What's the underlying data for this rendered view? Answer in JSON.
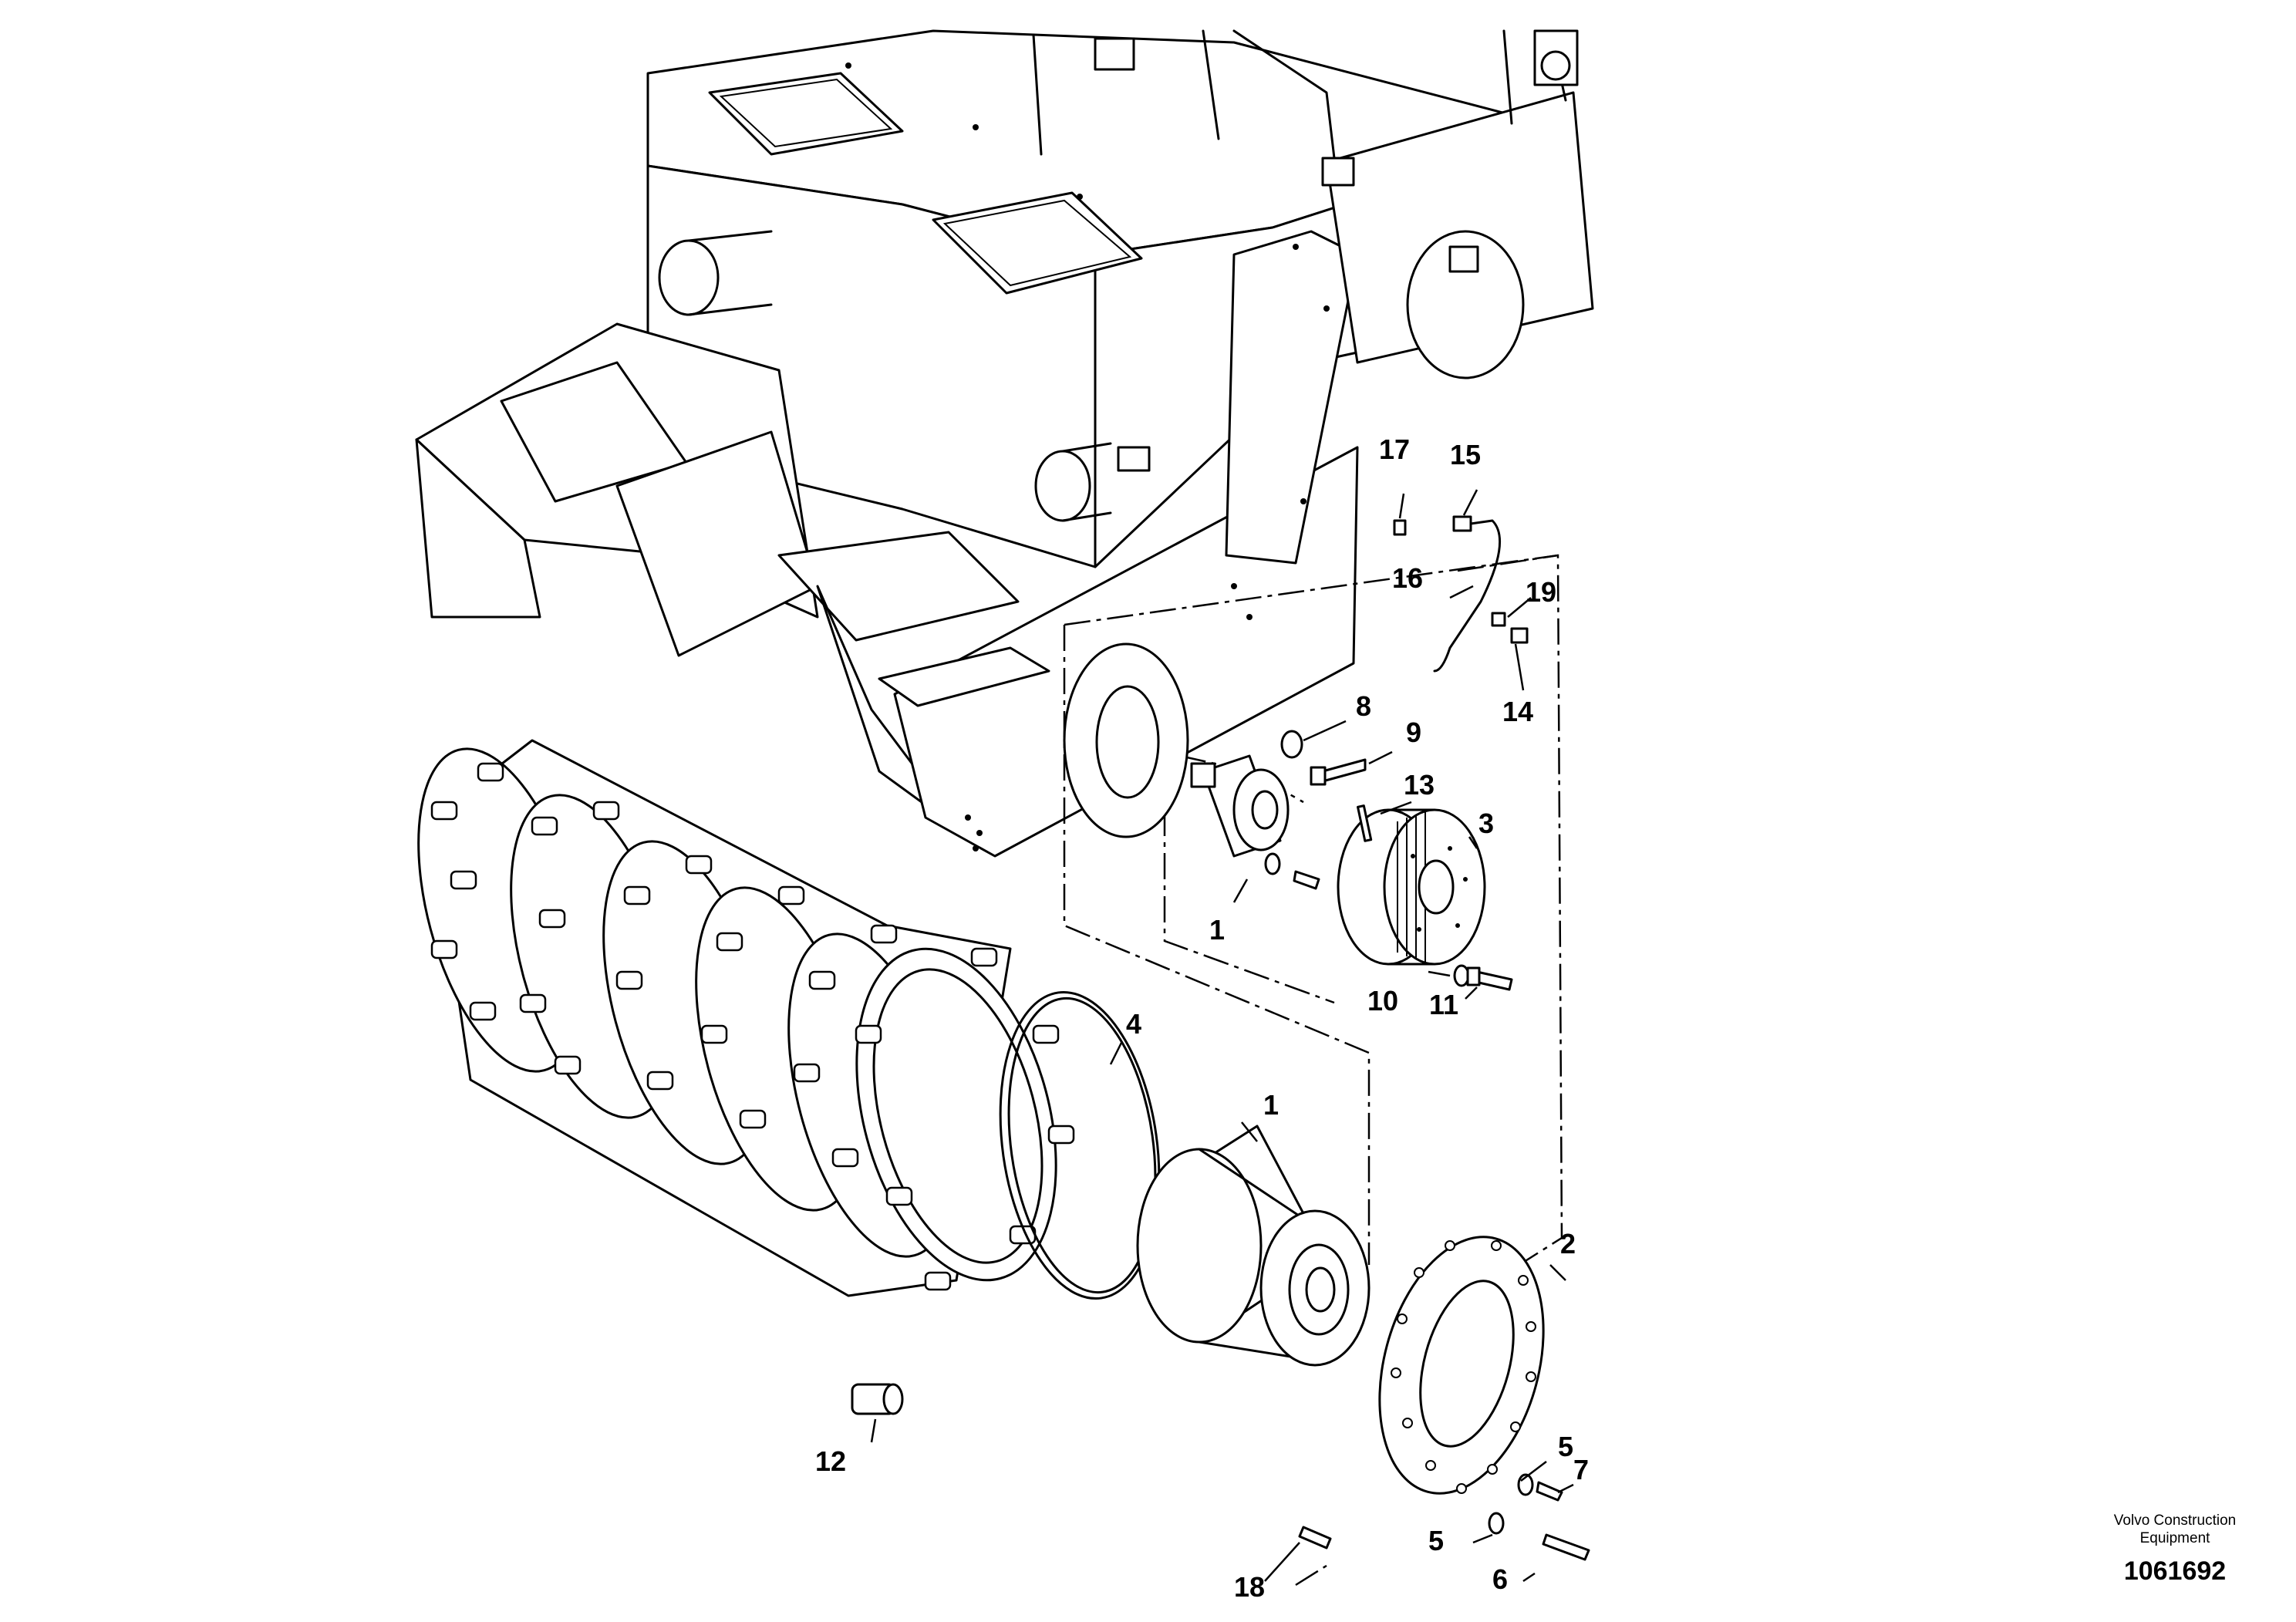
{
  "publisher": {
    "line1": "Volvo Construction",
    "line2": "Equipment"
  },
  "document_number": "1061692",
  "callouts": [
    {
      "id": "c1a",
      "label": "1"
    },
    {
      "id": "c1b",
      "label": "1"
    },
    {
      "id": "c2",
      "label": "2"
    },
    {
      "id": "c3",
      "label": "3"
    },
    {
      "id": "c4",
      "label": "4"
    },
    {
      "id": "c5a",
      "label": "5"
    },
    {
      "id": "c5b",
      "label": "5"
    },
    {
      "id": "c6",
      "label": "6"
    },
    {
      "id": "c7",
      "label": "7"
    },
    {
      "id": "c8",
      "label": "8"
    },
    {
      "id": "c9",
      "label": "9"
    },
    {
      "id": "c10",
      "label": "10"
    },
    {
      "id": "c11",
      "label": "11"
    },
    {
      "id": "c12",
      "label": "12"
    },
    {
      "id": "c13",
      "label": "13"
    },
    {
      "id": "c14",
      "label": "14"
    },
    {
      "id": "c15",
      "label": "15"
    },
    {
      "id": "c16",
      "label": "16"
    },
    {
      "id": "c17",
      "label": "17"
    },
    {
      "id": "c18",
      "label": "18"
    },
    {
      "id": "c19",
      "label": "19"
    }
  ]
}
